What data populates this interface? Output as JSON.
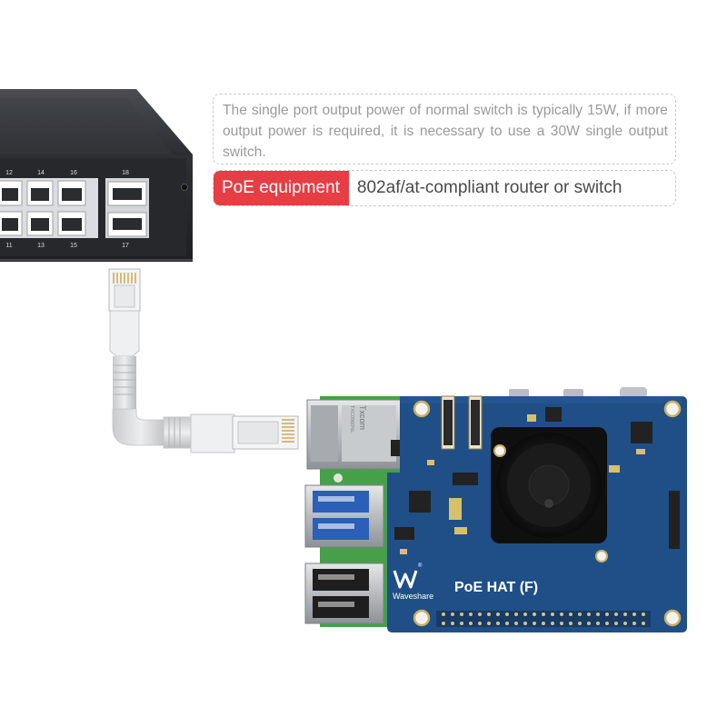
{
  "switch": {
    "port_numbers_top": [
      "12",
      "14",
      "16",
      "18"
    ],
    "port_numbers_bottom": [
      "11",
      "13",
      "15",
      "17"
    ]
  },
  "callout": {
    "note": "The single port output power of normal switch is typically 15W, if more output power is required, it is necessary to use a 30W single output switch.",
    "label": "PoE equipment",
    "description": "802af/at-compliant router or switch",
    "accent_color": "#e53e45"
  },
  "board": {
    "brand": "Waveshare",
    "product": "PoE HAT (F)",
    "chip_text": [
      "Txcom",
      "TXC0960NL"
    ],
    "pcb_color": "#1f4f86"
  }
}
